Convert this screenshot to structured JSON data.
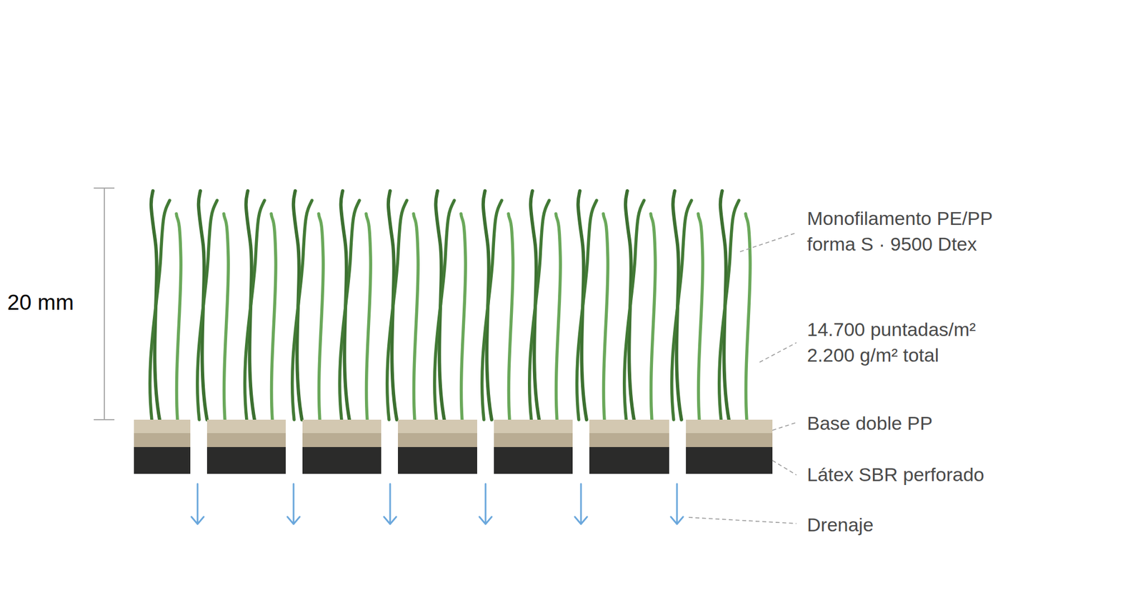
{
  "diagram": {
    "labels": [
      "20 mm",
      "Monofilamento PE/PP forma S · 9500 Dtex",
      "14.700 puntadas/m² 2.200 g/m² total",
      "Base doble PP",
      "Látex SBR perforado",
      "Drenaje"
    ]
  }
}
